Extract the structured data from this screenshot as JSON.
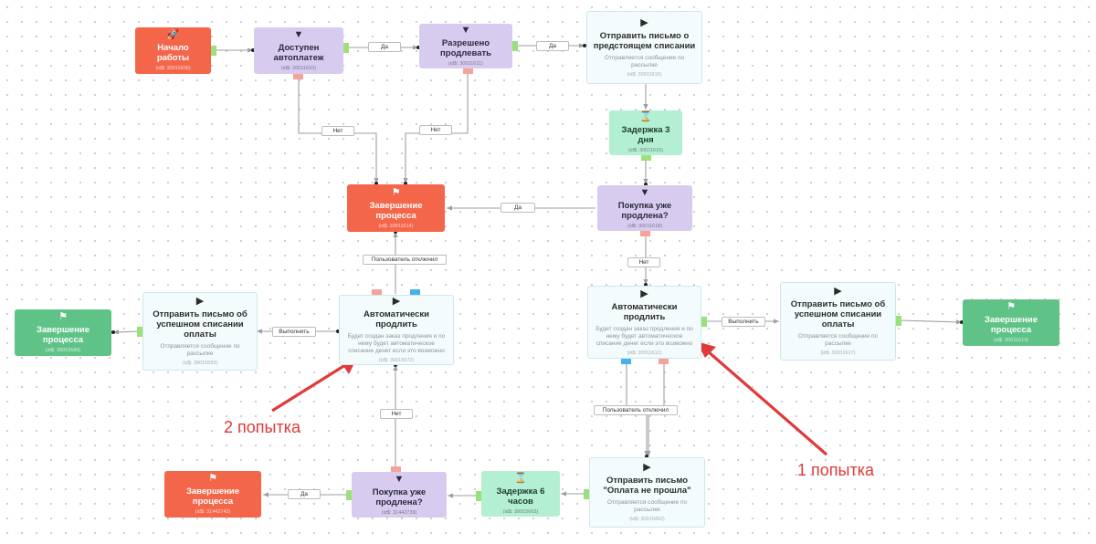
{
  "nodes": {
    "start": {
      "icon": "rocket-icon",
      "title": "Начало работы",
      "id": "(id$: 30011606)"
    },
    "autopay": {
      "icon": "filter-icon",
      "title": "Доступен автоплатеж",
      "id": "(id$: 30011610)"
    },
    "allowed": {
      "icon": "filter-icon",
      "title": "Разрешено продлевать",
      "id": "(id$: 30011611)"
    },
    "notify": {
      "icon": "play-icon",
      "title": "Отправить письмо о предстоящем списании",
      "desc": "Отправляется сообщение по рассылке",
      "id": "(id$: 30011615)"
    },
    "delay3": {
      "icon": "hourglass-icon",
      "title": "Задержка 3 дня",
      "id": "(id$: 30011616)"
    },
    "end_main": {
      "icon": "flag-icon",
      "title": "Завершение процесса",
      "id": "(id$: 30011614)"
    },
    "check1": {
      "icon": "filter-icon",
      "title": "Покупка уже продлена?",
      "id": "(id$: 30011618)"
    },
    "auto1": {
      "icon": "play-icon",
      "title": "Автоматически продлить",
      "desc": "Будет создан заказ продления и по нему будет автоматическое списание денег если это возможно",
      "id": "(id$: 30011612)"
    },
    "auto2": {
      "icon": "play-icon",
      "title": "Автоматически продлить",
      "desc": "Будет создан заказ продления и по нему будет автоматическое списание денег если это возможно",
      "id": "(id$: 30015572)"
    },
    "success1": {
      "icon": "play-icon",
      "title": "Отправить письмо об успешном списании оплаты",
      "desc": "Отправляется сообщение по рассылке",
      "id": "(id$: 30011617)"
    },
    "end_ok1": {
      "icon": "flag-icon",
      "title": "Завершение процесса",
      "id": "(id$: 30011613)"
    },
    "success2": {
      "icon": "play-icon",
      "title": "Отправить письмо об успешном списании оплаты",
      "desc": "Отправляется сообщение по рассылке",
      "id": "(id$: 30015583)"
    },
    "end_ok2": {
      "icon": "flag-icon",
      "title": "Завершение процесса",
      "id": "(id$: 30015580)"
    },
    "fail": {
      "icon": "play-icon",
      "title": "Отправить письмо \"Оплата не прошла\"",
      "desc": "Отправляется сообщение по рассылке",
      "id": "(id$: 30015462)"
    },
    "delay6": {
      "icon": "hourglass-icon",
      "title": "Задержка 6 часов",
      "id": "(id$: 30015663)"
    },
    "check2": {
      "icon": "filter-icon",
      "title": "Покупка уже продлена?",
      "id": "(id$: 31442739)"
    },
    "end_bottom": {
      "icon": "flag-icon",
      "title": "Завершение процесса",
      "id": "(id$: 31442742)"
    }
  },
  "edge_labels": {
    "yes1": "Да",
    "yes2": "Да",
    "no1": "Нет",
    "no2": "Нет",
    "yes3": "Да",
    "no3": "Нет",
    "run1": "Выполнить",
    "run2": "Выполнить",
    "off1": "Пользователь отключил",
    "off2": "Пользователь отключил",
    "no4": "Нет",
    "yes4": "Да"
  },
  "annotations": {
    "attempt1": "1 попытка",
    "attempt2": "2 попытка"
  },
  "colors": {
    "start_end": "#f4664a",
    "end_success": "#5fc387",
    "filter": "#d7ccf0",
    "delay": "#b3efd3",
    "action": "#f3fbfd",
    "port_yes": "#9be07a",
    "port_no": "#f5a39a",
    "port_off": "#44b3e6",
    "annotation": "#e03a3a"
  }
}
